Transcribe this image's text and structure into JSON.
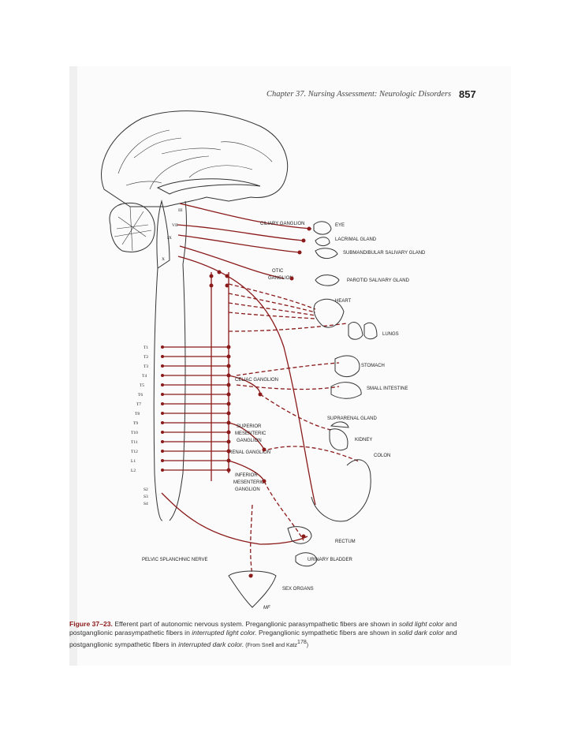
{
  "page": {
    "header_title": "Chapter 37. Nursing Assessment: Neurologic Disorders",
    "page_number": "857"
  },
  "colors": {
    "nerve": "#8b1a1a",
    "outline": "#333333"
  },
  "labels": {
    "ciliary": "CILIARY GANGLION",
    "eye": "EYE",
    "lacrimal": "LACRIMAL GLAND",
    "submandibular": "SUBMANDIBULAR SALIVARY GLAND",
    "otic1": "OTIC",
    "otic2": "GANGLION",
    "parotid": "PAROTID SALIVARY GLAND",
    "heart": "HEART",
    "lungs": "LUNGS",
    "stomach": "STOMACH",
    "celiac": "CELIAC GANGLION",
    "small_intestine": "SMALL INTESTINE",
    "suprarenal": "SUPRARENAL GLAND",
    "sup_mes1": "SUPERIOR",
    "sup_mes2": "MESENTERIC",
    "sup_mes3": "GANGLION",
    "kidney": "KIDNEY",
    "renal": "RENAL GANGLION",
    "colon": "COLON",
    "inf_mes1": "INFERIOR",
    "inf_mes2": "MESENTERIC",
    "inf_mes3": "GANGLION",
    "rectum": "RECTUM",
    "pelvic": "PELVIC SPLANCHNIC NERVE",
    "bladder": "URINARY BLADDER",
    "sex": "SEX ORGANS",
    "signature": "MF"
  },
  "cranial_nerves": [
    "III",
    "VII",
    "IX",
    "X"
  ],
  "segments": [
    "T1",
    "T2",
    "T3",
    "T4",
    "T5",
    "T6",
    "T7",
    "T8",
    "T9",
    "T10",
    "T11",
    "T12",
    "L1",
    "L2"
  ],
  "sacral": [
    "S2",
    "S3",
    "S4"
  ],
  "caption": {
    "figure": "Figure 37–23.",
    "text1": " Efferent part of autonomic nervous system. Preganglionic parasympathetic fibers are shown in ",
    "em1": "solid light color",
    "text2": " and postganglionic parasympathetic fibers in ",
    "em2": "interrupted light color.",
    "text3": " Preganglionic sympathetic fibers are shown in ",
    "em3": "solid dark color",
    "text4": " and postganglionic sympathetic fibers in ",
    "em4": "interrupted dark color.",
    "source": " (From Snell and Katz",
    "ref": "178",
    "source_end": ")"
  }
}
